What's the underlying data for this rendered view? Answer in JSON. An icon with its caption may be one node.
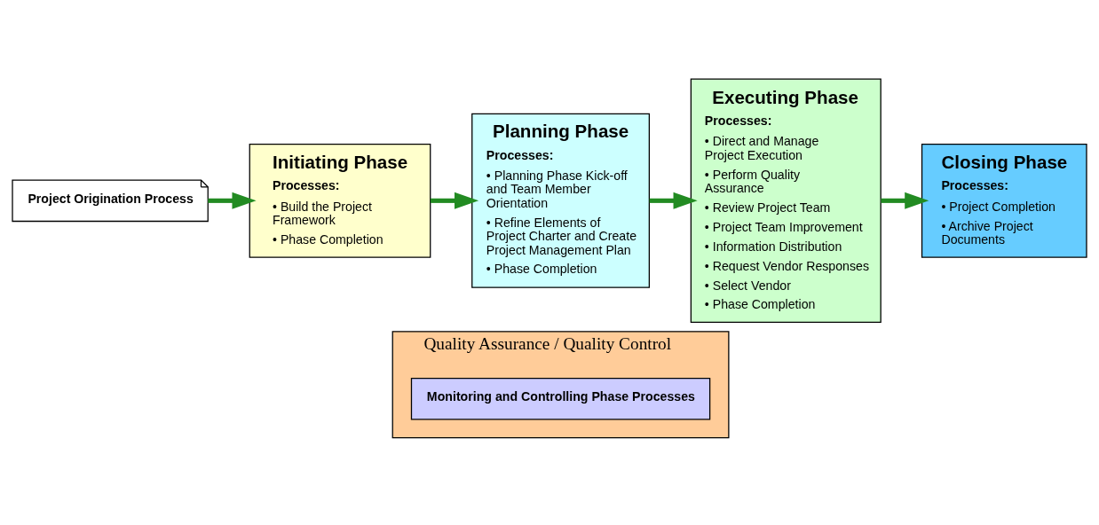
{
  "diagram": {
    "nodes": [
      {
        "text": [
          "Project Origination Process"
        ]
      },
      {
        "text": [
          "Initiating Phase",
          "Processes:",
          "• Build the Project Framework",
          "• Phase Completion"
        ]
      },
      {
        "text": [
          "Planning Phase",
          "Processes:",
          "• Planning Phase Kick-off and Team Member Orientation",
          "• Refine Elements of Project Charter and Create Project Management Plan",
          "• Phase Completion"
        ]
      },
      {
        "text": [
          "Executing Phase",
          "Processes:",
          "• Direct and Manage Project Execution",
          "• Perform Quality Assurance",
          "• Review Project Team",
          "• Project Team Improvement",
          "• Information Distribution",
          "• Request Vendor Responses",
          "• Select Vendor",
          "• Phase Completion"
        ]
      },
      {
        "text": [
          "Closing Phase",
          "Processes:",
          "• Project Completion",
          "• Archive Project Documents"
        ]
      },
      {
        "text": [
          "Quality Assurance / Quality Control"
        ]
      },
      {
        "text": [
          "Monitoring and Controlling Phase Processes"
        ],
        "in": 5
      }
    ],
    "edges": [
      {
        "from": 0,
        "to": 1,
        "arrow": "to"
      },
      {
        "from": 1,
        "to": 2,
        "arrow": "to"
      },
      {
        "from": 2,
        "to": 3,
        "arrow": "to"
      },
      {
        "from": 3,
        "to": 4,
        "arrow": "to"
      }
    ]
  }
}
